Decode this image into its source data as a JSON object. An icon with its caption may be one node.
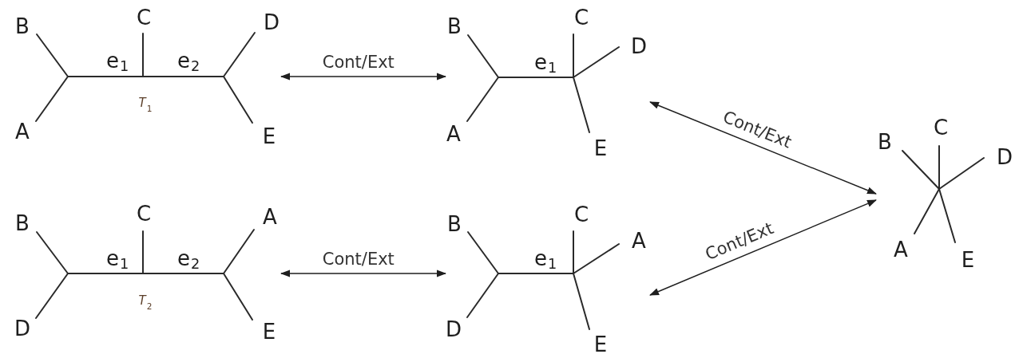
{
  "diagram": {
    "nodes": [
      {
        "text": [
          "B",
          "C",
          "D",
          "e$_{1}$",
          "e$_{2}$",
          "*T*$_{1}$",
          "A",
          "E"
        ]
      },
      {
        "text": [
          "B",
          "C",
          "D",
          "e$_{1}$",
          "A",
          "E"
        ]
      },
      {
        "text": [
          "C",
          "B",
          "D",
          "A",
          "E"
        ]
      },
      {
        "text": [
          "B",
          "C",
          "A",
          "e$_{1}$",
          "e$_{2}$",
          "*T*$_{2}$",
          "D",
          "E"
        ]
      },
      {
        "text": [
          "B",
          "C",
          "A",
          "e$_{1}$",
          "D",
          "E"
        ]
      }
    ],
    "edges": [
      {
        "from": 0,
        "to": 1,
        "arrow": "both",
        "label": "Cont/Ext"
      },
      {
        "from": 1,
        "to": 2,
        "arrow": "both",
        "label": "Cont/Ext"
      },
      {
        "from": 3,
        "to": 4,
        "arrow": "both",
        "label": "Cont/Ext"
      },
      {
        "from": 4,
        "to": 2,
        "arrow": "both",
        "label": "Cont/Ext"
      }
    ]
  }
}
